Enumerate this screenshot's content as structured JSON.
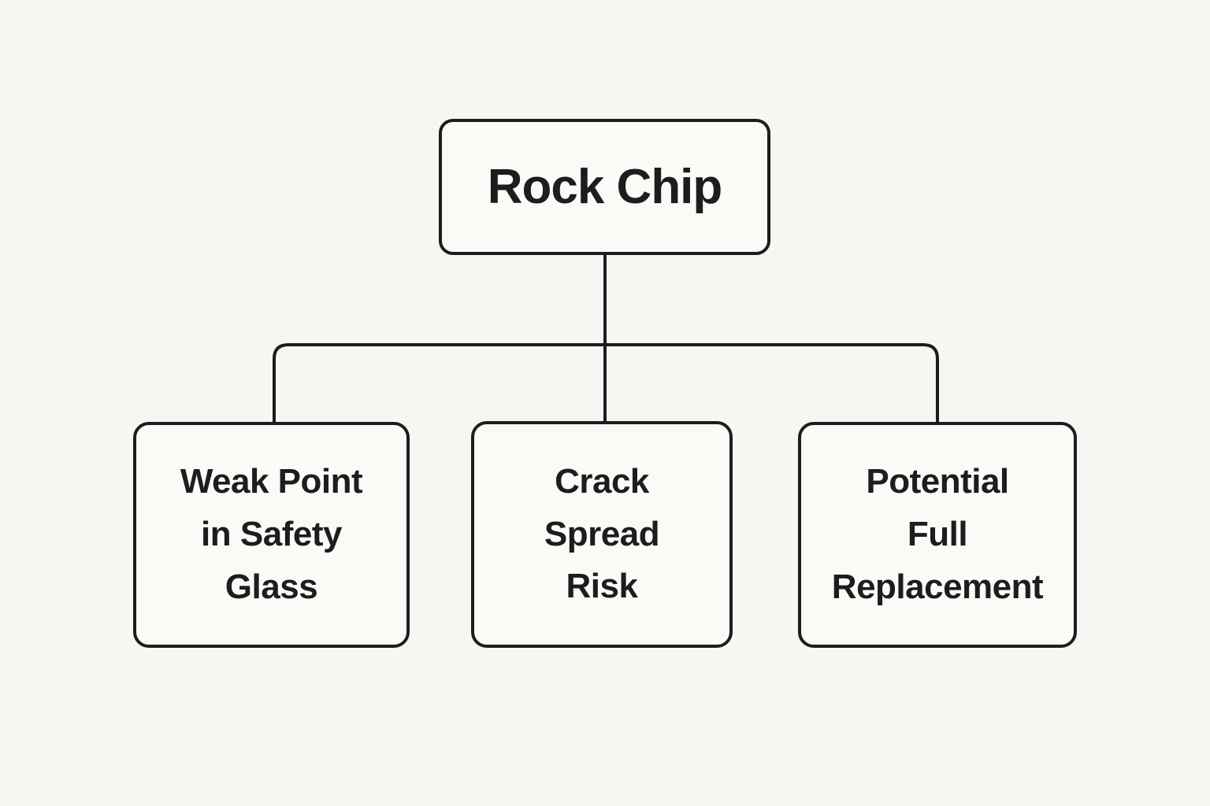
{
  "diagram": {
    "type": "tree",
    "background_color": "#f8f6f3",
    "box_fill_color": "#fbfaf7",
    "line_color": "#1d1d1f",
    "text_color": "#1d1d1f",
    "root": {
      "label": "Rock Chip"
    },
    "children": [
      {
        "label": "Weak Point in Safety Glass",
        "lines": [
          "Weak Point",
          "in Safety",
          "Glass"
        ]
      },
      {
        "label": "Crack Spread Risk",
        "lines": [
          "Crack",
          "Spread",
          "Risk"
        ]
      },
      {
        "label": "Potential Full Replacement",
        "lines": [
          "Potential",
          "Full",
          "Replacement"
        ]
      }
    ]
  }
}
